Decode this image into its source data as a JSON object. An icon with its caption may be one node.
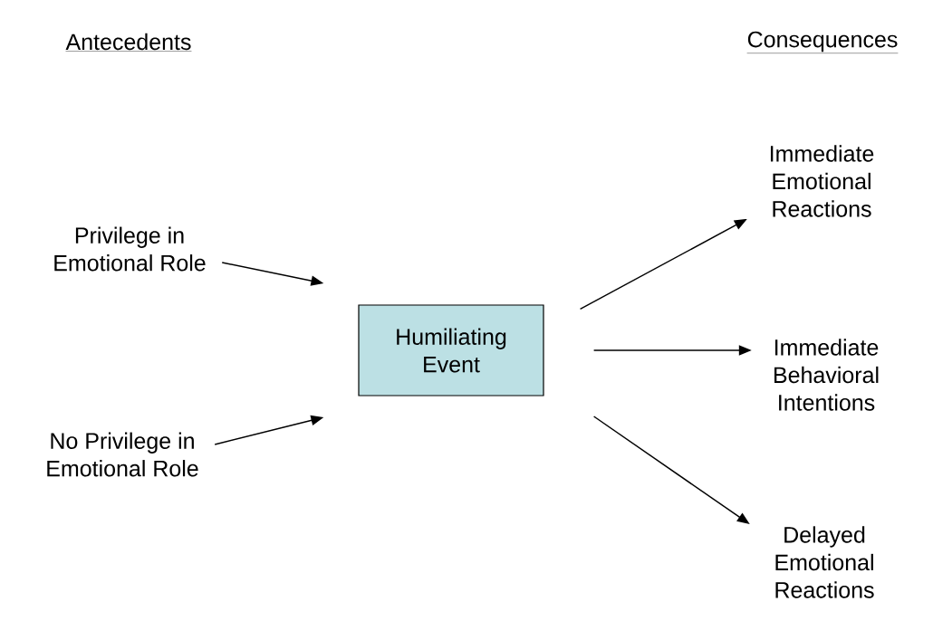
{
  "diagram": {
    "nodes": [
      {
        "text": [
          "Privilege in Emotional Role"
        ]
      },
      {
        "text": [
          "No Privilege in Emotional Role"
        ]
      },
      {
        "text": [
          "Humiliating Event"
        ]
      },
      {
        "text": [
          "Immediate Emotional Reactions"
        ]
      },
      {
        "text": [
          "Immediate Behavioral Intentions"
        ]
      },
      {
        "text": [
          "Delayed Emotional Reactions"
        ]
      }
    ],
    "edges": [
      {
        "from": 0,
        "to": 2,
        "arrow": "to"
      },
      {
        "from": 1,
        "to": 2,
        "arrow": "to"
      },
      {
        "from": 2,
        "to": 3,
        "arrow": "to"
      },
      {
        "from": 2,
        "to": 4,
        "arrow": "to"
      },
      {
        "from": 2,
        "to": 5,
        "arrow": "to"
      }
    ],
    "labels": [
      "Antecedents",
      "Consequences"
    ]
  }
}
